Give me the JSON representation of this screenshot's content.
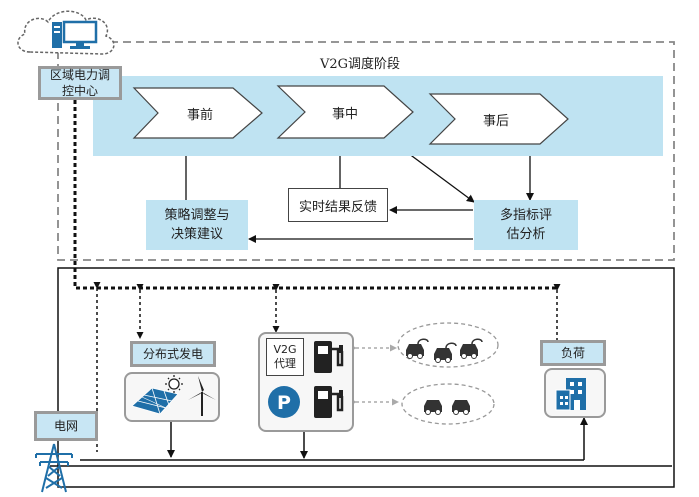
{
  "diagram": {
    "phase_title": "V2G调度阶段",
    "control_center": {
      "label": "区域电力调控中心"
    },
    "stages": [
      {
        "label": "事前"
      },
      {
        "label": "事中"
      },
      {
        "label": "事后"
      }
    ],
    "feedback_box": {
      "label": "实时结果反馈"
    },
    "strategy_box": {
      "label": "策略调整与决策建议"
    },
    "analysis_box": {
      "label": "多指标评估分析"
    },
    "distributed_gen": {
      "label": "分布式发电"
    },
    "v2g_agent": {
      "label": "V2G代理"
    },
    "parking_symbol": "P",
    "load": {
      "label": "负荷"
    },
    "grid": {
      "label": "电网"
    }
  },
  "icons": [
    "cloud-icon",
    "computer-icon",
    "solar-panel-icon",
    "sun-icon",
    "wind-turbine-icon",
    "fuel-pump-icon",
    "parking-icon",
    "car-icon",
    "building-icon",
    "transmission-tower-icon"
  ]
}
